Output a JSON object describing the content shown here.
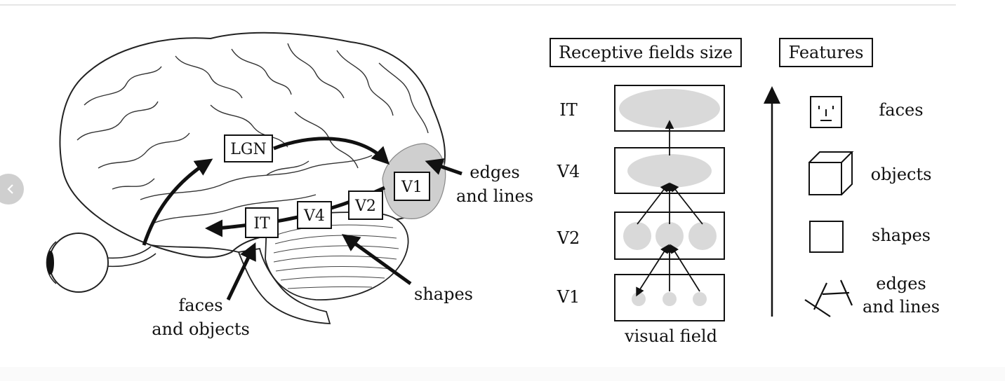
{
  "brain": {
    "labels": {
      "lgn": "LGN",
      "v1": "V1",
      "v2": "V2",
      "v4": "V4",
      "it": "IT"
    },
    "annotations": {
      "edges_lines_1": "edges",
      "edges_lines_2": "and lines",
      "shapes": "shapes",
      "faces_objects_1": "faces",
      "faces_objects_2": "and objects"
    }
  },
  "receptive": {
    "header": "Receptive fields size",
    "rows": [
      "IT",
      "V4",
      "V2",
      "V1"
    ],
    "footer": "visual field"
  },
  "features": {
    "header": "Features",
    "items": [
      {
        "label": "faces",
        "icon": "face-icon"
      },
      {
        "label": "objects",
        "icon": "cube-icon"
      },
      {
        "label": "shapes",
        "icon": "square-icon"
      },
      {
        "label_1": "edges",
        "label_2": "and lines",
        "icon": "edges-icon"
      }
    ]
  },
  "nav": {
    "prev_icon": "chevron-left-icon"
  }
}
